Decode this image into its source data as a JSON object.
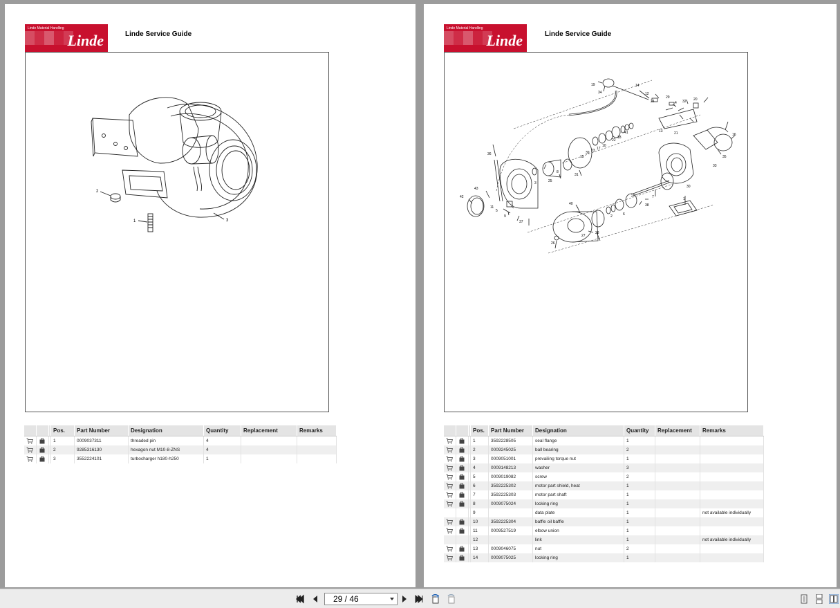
{
  "brand": {
    "small_text": "Linde Material Handling",
    "logo_text": "Linde"
  },
  "left_page": {
    "title": "Linde Service Guide",
    "columns": [
      "Pos.",
      "Part Number",
      "Designation",
      "Quantity",
      "Replacement",
      "Remarks"
    ],
    "rows": [
      {
        "pos": "1",
        "part": "0009037311",
        "designation": "threaded pin",
        "qty": "4",
        "replacement": "",
        "remarks": "",
        "icons": true
      },
      {
        "pos": "2",
        "part": "9285316130",
        "designation": "hexagon nut M10-8-ZNS",
        "qty": "4",
        "replacement": "",
        "remarks": "",
        "icons": true
      },
      {
        "pos": "3",
        "part": "3552224101",
        "designation": "turbocharger h180-h250",
        "qty": "1",
        "replacement": "",
        "remarks": "",
        "icons": true
      }
    ],
    "callouts": [
      "1",
      "2",
      "3"
    ]
  },
  "right_page": {
    "title": "Linde Service Guide",
    "columns": [
      "Pos.",
      "Part Number",
      "Designation",
      "Quantity",
      "Replacement",
      "Remarks"
    ],
    "rows": [
      {
        "pos": "1",
        "part": "3592228505",
        "designation": "seal flange",
        "qty": "1",
        "replacement": "",
        "remarks": "",
        "icons": true
      },
      {
        "pos": "2",
        "part": "0009245025",
        "designation": "ball bearing",
        "qty": "2",
        "replacement": "",
        "remarks": "",
        "icons": true
      },
      {
        "pos": "3",
        "part": "0009051001",
        "designation": "prevailing torque nut",
        "qty": "1",
        "replacement": "",
        "remarks": "",
        "icons": true
      },
      {
        "pos": "4",
        "part": "0009148213",
        "designation": "washer",
        "qty": "3",
        "replacement": "",
        "remarks": "",
        "icons": true
      },
      {
        "pos": "5",
        "part": "0009019082",
        "designation": "screw",
        "qty": "2",
        "replacement": "",
        "remarks": "",
        "icons": true
      },
      {
        "pos": "6",
        "part": "3592225302",
        "designation": "motor part shield, heat",
        "qty": "1",
        "replacement": "",
        "remarks": "",
        "icons": true
      },
      {
        "pos": "7",
        "part": "3592225303",
        "designation": "motor part shaft",
        "qty": "1",
        "replacement": "",
        "remarks": "",
        "icons": true
      },
      {
        "pos": "8",
        "part": "0009075024",
        "designation": "locking ring",
        "qty": "1",
        "replacement": "",
        "remarks": "",
        "icons": true
      },
      {
        "pos": "9",
        "part": "",
        "designation": "data plate",
        "qty": "1",
        "replacement": "",
        "remarks": "not available individually",
        "icons": false
      },
      {
        "pos": "10",
        "part": "3592225304",
        "designation": "baffle oil baffle",
        "qty": "1",
        "replacement": "",
        "remarks": "",
        "icons": true
      },
      {
        "pos": "11",
        "part": "0009527519",
        "designation": "elbow union",
        "qty": "1",
        "replacement": "",
        "remarks": "",
        "icons": true
      },
      {
        "pos": "12",
        "part": "",
        "designation": "link",
        "qty": "1",
        "replacement": "",
        "remarks": "not available individually",
        "icons": false
      },
      {
        "pos": "13",
        "part": "0009046075",
        "designation": "nut",
        "qty": "2",
        "replacement": "",
        "remarks": "",
        "icons": true
      },
      {
        "pos": "14",
        "part": "0009075025",
        "designation": "locking ring",
        "qty": "1",
        "replacement": "",
        "remarks": "",
        "icons": true
      }
    ],
    "callouts": [
      "19",
      "14",
      "34",
      "12",
      "24",
      "29",
      "4",
      "32",
      "20",
      "13",
      "21",
      "16",
      "36",
      "42",
      "40",
      "22",
      "18",
      "41",
      "3",
      "25",
      "8",
      "31",
      "15",
      "39",
      "23",
      "17",
      "10",
      "35",
      "33",
      "30",
      "43",
      "11",
      "5",
      "9",
      "37",
      "1",
      "7",
      "27",
      "28",
      "26",
      "6",
      "38",
      "2"
    ]
  },
  "toolbar": {
    "page_indicator": "29 / 46"
  },
  "colors": {
    "brand_red": "#c8102e",
    "viewer_bg": "#9c9c9c"
  }
}
